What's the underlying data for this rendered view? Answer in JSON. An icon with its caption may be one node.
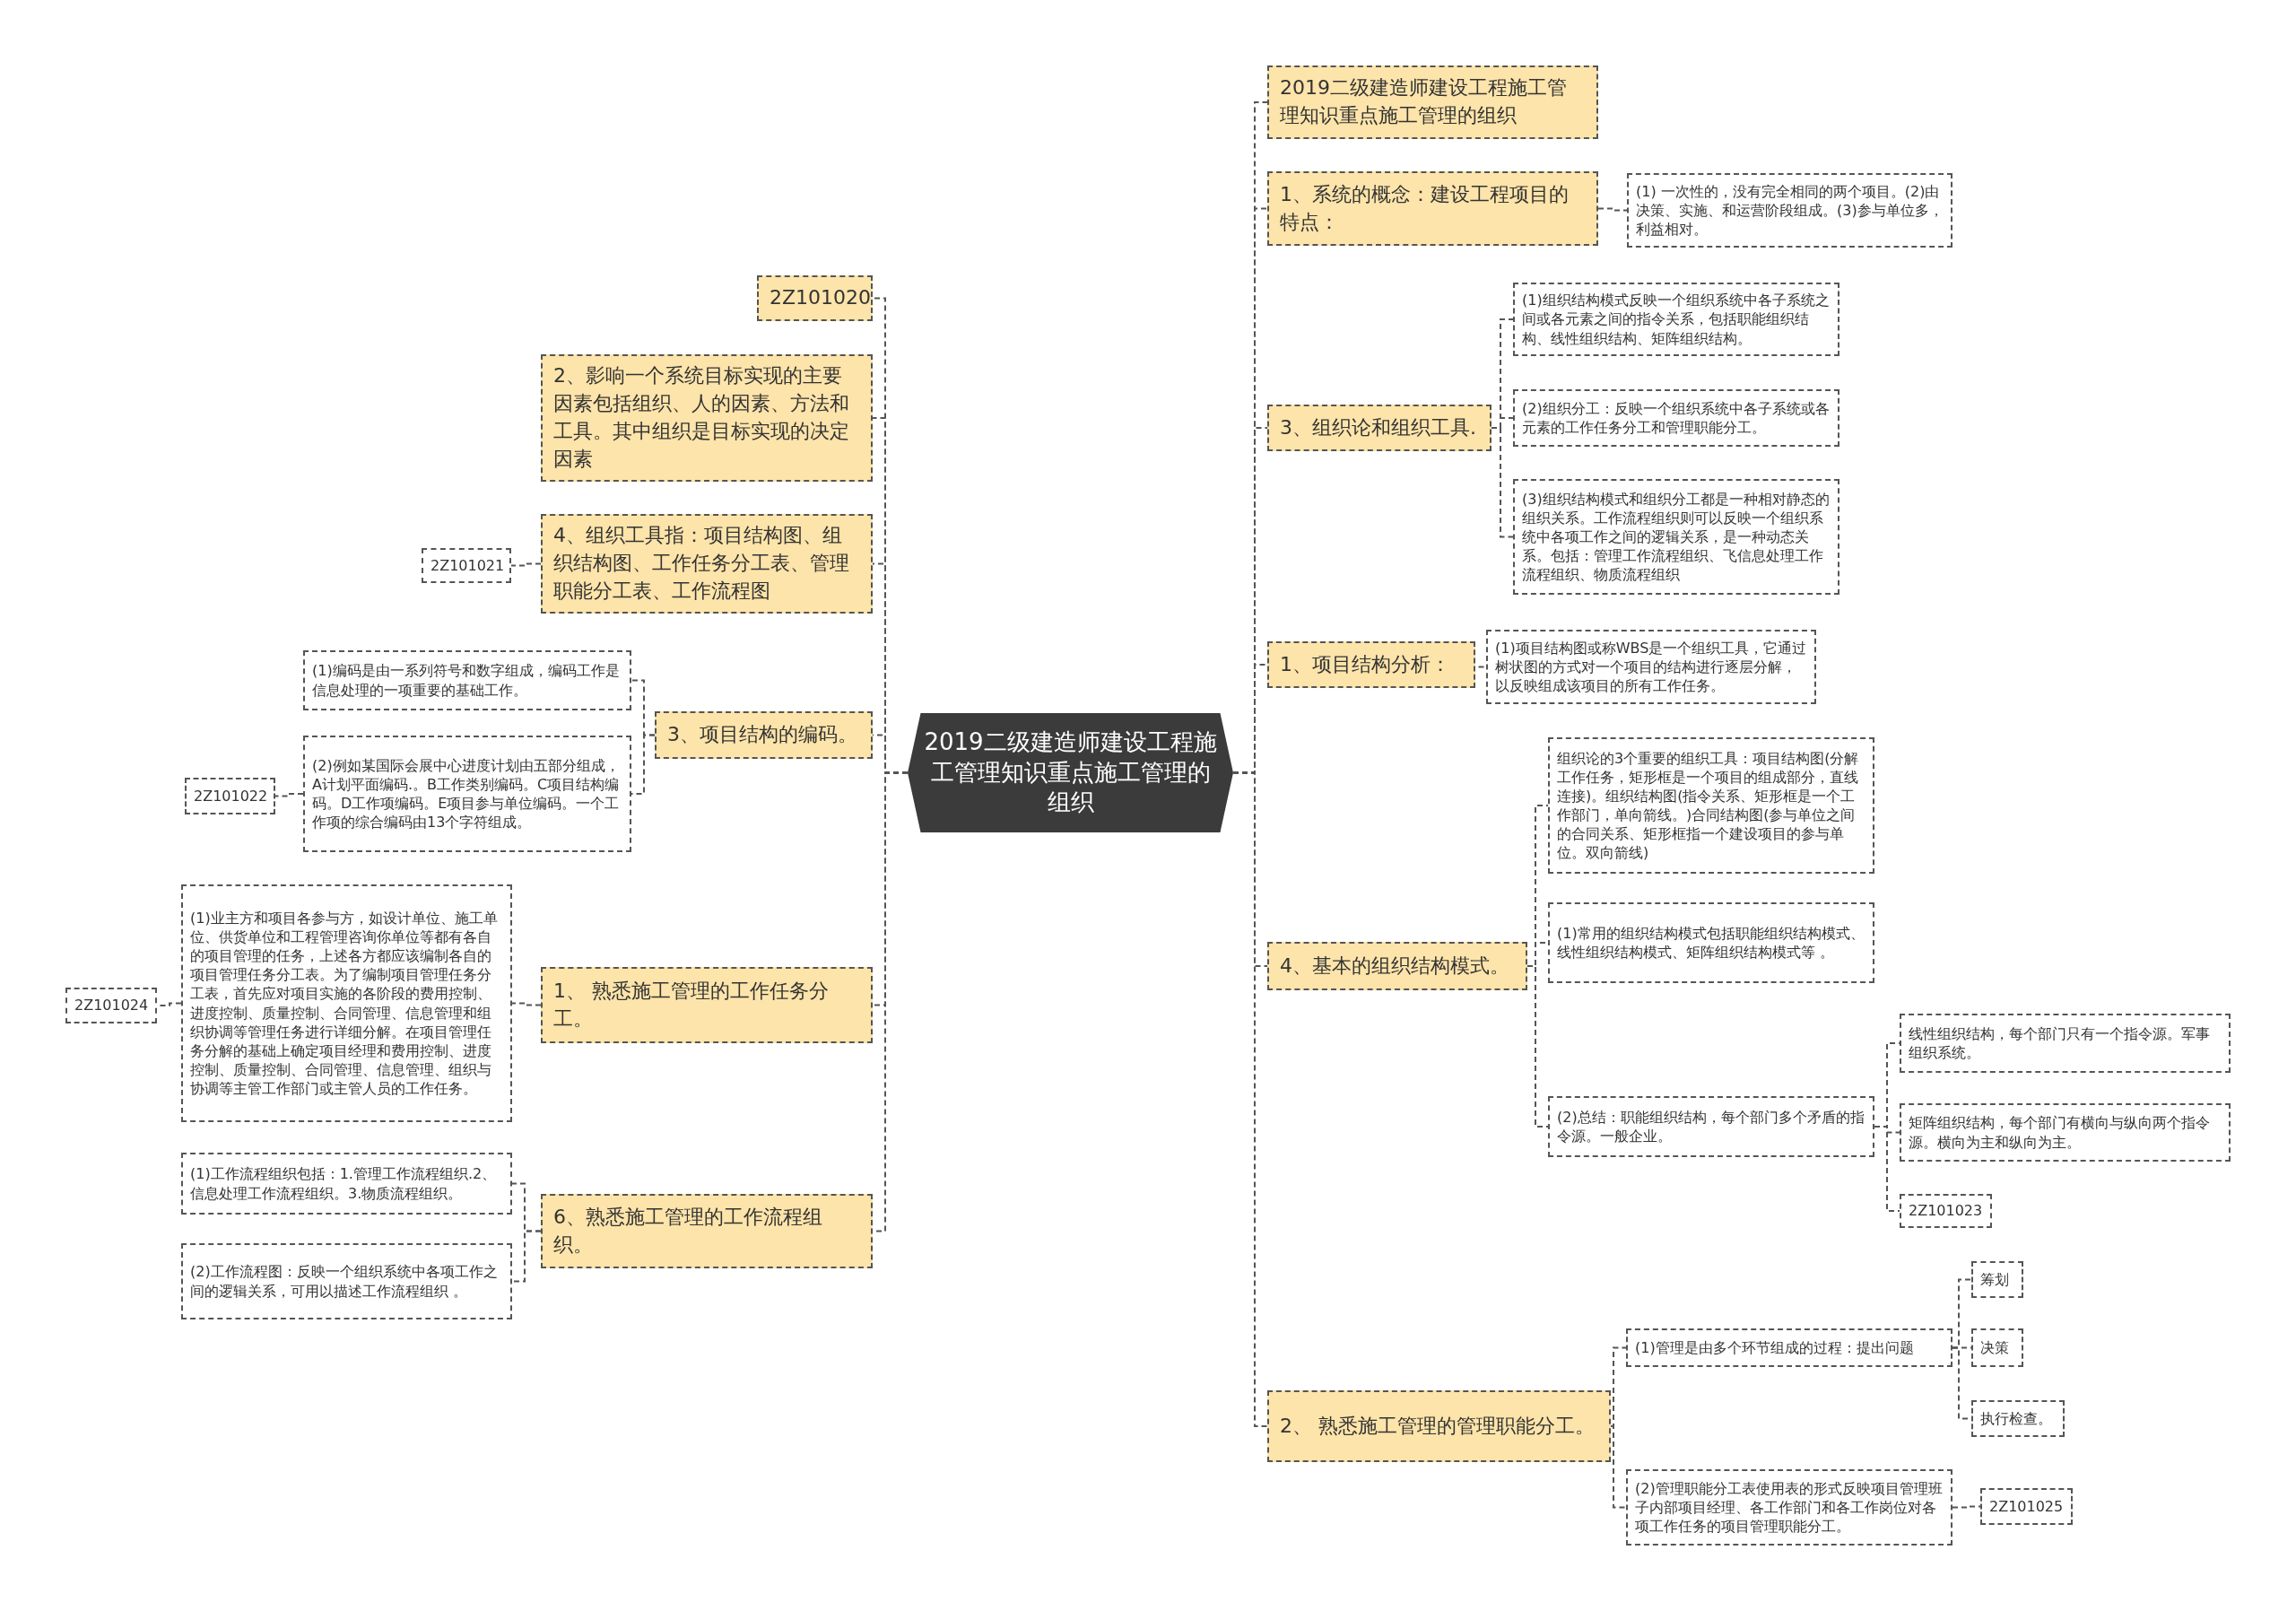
{
  "diagram": {
    "nodes": [
      {
        "text": [
          "2019二级建造师建设工程施工管理知识重点施工管理的组织"
        ]
      },
      {
        "text": [
          "2Z101020"
        ]
      },
      {
        "text": [
          "2、影响一个系统目标实现的主要因素包括组织、人的因素、方法和工具。其中组织是目标实现的决定因素"
        ]
      },
      {
        "text": [
          "4、组织工具指：项目结构图、组织结构图、工作任务分工表、管理职能分工表、工作流程图"
        ]
      },
      {
        "text": [
          "2Z101021"
        ]
      },
      {
        "text": [
          "3、项目结构的编码。"
        ]
      },
      {
        "text": [
          "(1)编码是由一系列符号和数字组成，编码工作是信息处理的一项重要的基础工作。"
        ]
      },
      {
        "text": [
          "(2)例如某国际会展中心进度计划由五部分组成，A计划平面编码.。B工作类别编码。C项目结构编码。D工作项编码。E项目参与单位编码。一个工作项的综合编码由13个字符组成。"
        ]
      },
      {
        "text": [
          "2Z101022"
        ]
      },
      {
        "text": [
          "1、 熟悉施工管理的工作任务分工。"
        ]
      },
      {
        "text": [
          "(1)业主方和项目各参与方，如设计单位、施工单位、供货单位和工程管理咨询你单位等都有各自的项目管理的任务，上述各方都应该编制各自的项目管理任务分工表。为了编制项目管理任务分工表，首先应对项目实施的各阶段的费用控制、进度控制、质量控制、合同管理、信息管理和组织协调等管理任务进行详细分解。在项目管理任务分解的基础上确定项目经理和费用控制、进度控制、质量控制、合同管理、信息管理、组织与协调等主管工作部门或主管人员的工作任务。"
        ]
      },
      {
        "text": [
          "2Z101024"
        ]
      },
      {
        "text": [
          "6、熟悉施工管理的工作流程组织。"
        ]
      },
      {
        "text": [
          "(1)工作流程组织包括：1.管理工作流程组织.2、信息处理工作流程组织。3.物质流程组织。"
        ]
      },
      {
        "text": [
          "(2)工作流程图：反映一个组织系统中各项工作之间的逻辑关系，可用以描述工作流程组织 。"
        ]
      },
      {
        "text": [
          "2019二级建造师建设工程施工管理知识重点施工管理的组织"
        ]
      },
      {
        "text": [
          "1、系统的概念：建设工程项目的特点："
        ]
      },
      {
        "text": [
          "(1) 一次性的，没有完全相同的两个项目。(2)由决策、实施、和运营阶段组成。(3)参与单位多，利益相对。"
        ]
      },
      {
        "text": [
          "3、组织论和组织工具."
        ]
      },
      {
        "text": [
          "(1)组织结构模式反映一个组织系统中各子系统之间或各元素之间的指令关系，包括职能组织结构、线性组织结构、矩阵组织结构。"
        ]
      },
      {
        "text": [
          "(2)组织分工：反映一个组织系统中各子系统或各元素的工作任务分工和管理职能分工。"
        ]
      },
      {
        "text": [
          "(3)组织结构模式和组织分工都是一种相对静态的组织关系。工作流程组织则可以反映一个组织系统中各项工作之间的逻辑关系，是一种动态关系。包括：管理工作流程组织、飞信息处理工作流程组织、物质流程组织"
        ]
      },
      {
        "text": [
          "1、项目结构分析："
        ]
      },
      {
        "text": [
          "(1)项目结构图或称WBS是一个组织工具，它通过树状图的方式对一个项目的结构进行逐层分解，以反映组成该项目的所有工作任务。"
        ]
      },
      {
        "text": [
          "4、基本的组织结构模式。"
        ]
      },
      {
        "text": [
          "组织论的3个重要的组织工具：项目结构图(分解工作任务，矩形框是一个项目的组成部分，直线连接)。组织结构图(指令关系、矩形框是一个工作部门，单向箭线。)合同结构图(参与单位之间的合同关系、矩形框指一个建设项目的参与单位。双向箭线)"
        ]
      },
      {
        "text": [
          "(1)常用的组织结构模式包括职能组织结构模式、线性组织结构模式、矩阵组织结构模式等 。"
        ]
      },
      {
        "text": [
          "(2)总结：职能组织结构，每个部门多个矛盾的指令源。一般企业。"
        ]
      },
      {
        "text": [
          "线性组织结构，每个部门只有一个指令源。军事组织系统。"
        ]
      },
      {
        "text": [
          "矩阵组织结构，每个部门有横向与纵向两个指令源。横向为主和纵向为主。"
        ]
      },
      {
        "text": [
          "2Z101023"
        ]
      },
      {
        "text": [
          "2、 熟悉施工管理的管理职能分工。"
        ]
      },
      {
        "text": [
          "(1)管理是由多个环节组成的过程：提出问题"
        ]
      },
      {
        "text": [
          "筹划"
        ]
      },
      {
        "text": [
          "决策"
        ]
      },
      {
        "text": [
          "执行检查。"
        ]
      },
      {
        "text": [
          "(2)管理职能分工表使用表的形式反映项目管理班子内部项目经理、各工作部门和各工作岗位对各项工作任务的项目管理职能分工。"
        ]
      },
      {
        "text": [
          "2Z101025"
        ]
      }
    ],
    "edges": [
      {
        "from": 0,
        "to": 1,
        "arrow": "none"
      },
      {
        "from": 0,
        "to": 2,
        "arrow": "none"
      },
      {
        "from": 0,
        "to": 3,
        "arrow": "none"
      },
      {
        "from": 3,
        "to": 4,
        "arrow": "none"
      },
      {
        "from": 0,
        "to": 5,
        "arrow": "none"
      },
      {
        "from": 5,
        "to": 6,
        "arrow": "none"
      },
      {
        "from": 5,
        "to": 7,
        "arrow": "none"
      },
      {
        "from": 7,
        "to": 8,
        "arrow": "none"
      },
      {
        "from": 0,
        "to": 9,
        "arrow": "none"
      },
      {
        "from": 9,
        "to": 10,
        "arrow": "none"
      },
      {
        "from": 10,
        "to": 11,
        "arrow": "none"
      },
      {
        "from": 0,
        "to": 12,
        "arrow": "none"
      },
      {
        "from": 12,
        "to": 13,
        "arrow": "none"
      },
      {
        "from": 12,
        "to": 14,
        "arrow": "none"
      },
      {
        "from": 0,
        "to": 15,
        "arrow": "none"
      },
      {
        "from": 0,
        "to": 16,
        "arrow": "none"
      },
      {
        "from": 16,
        "to": 17,
        "arrow": "none"
      },
      {
        "from": 0,
        "to": 18,
        "arrow": "none"
      },
      {
        "from": 18,
        "to": 19,
        "arrow": "none"
      },
      {
        "from": 18,
        "to": 20,
        "arrow": "none"
      },
      {
        "from": 18,
        "to": 21,
        "arrow": "none"
      },
      {
        "from": 0,
        "to": 22,
        "arrow": "none"
      },
      {
        "from": 22,
        "to": 23,
        "arrow": "none"
      },
      {
        "from": 0,
        "to": 24,
        "arrow": "none"
      },
      {
        "from": 24,
        "to": 25,
        "arrow": "none"
      },
      {
        "from": 24,
        "to": 26,
        "arrow": "none"
      },
      {
        "from": 24,
        "to": 27,
        "arrow": "none"
      },
      {
        "from": 27,
        "to": 28,
        "arrow": "none"
      },
      {
        "from": 27,
        "to": 29,
        "arrow": "none"
      },
      {
        "from": 27,
        "to": 30,
        "arrow": "none"
      },
      {
        "from": 0,
        "to": 31,
        "arrow": "none"
      },
      {
        "from": 31,
        "to": 32,
        "arrow": "none"
      },
      {
        "from": 32,
        "to": 33,
        "arrow": "none"
      },
      {
        "from": 32,
        "to": 34,
        "arrow": "none"
      },
      {
        "from": 32,
        "to": 35,
        "arrow": "none"
      },
      {
        "from": 31,
        "to": 36,
        "arrow": "none"
      },
      {
        "from": 36,
        "to": 37,
        "arrow": "none"
      }
    ]
  }
}
